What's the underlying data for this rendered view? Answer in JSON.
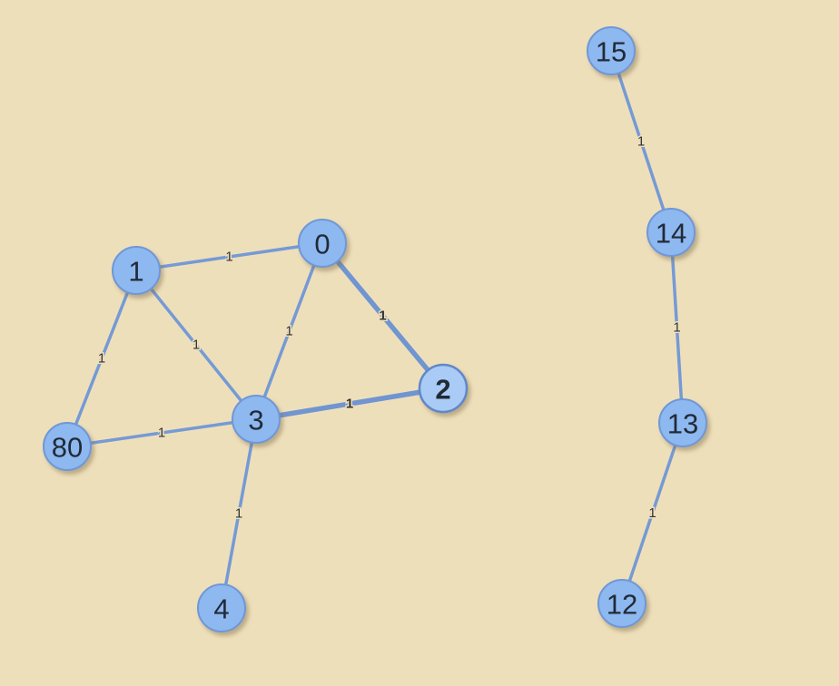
{
  "graph": {
    "colors": {
      "background": "#eedfbb",
      "node_fill": "#8db8f0",
      "node_stroke": "#6f97d6",
      "edge": "#6f97d6",
      "label": "#222a36"
    },
    "nodes": [
      {
        "id": "0",
        "label": "0"
      },
      {
        "id": "1",
        "label": "1"
      },
      {
        "id": "2",
        "label": "2",
        "selected": true
      },
      {
        "id": "3",
        "label": "3"
      },
      {
        "id": "4",
        "label": "4"
      },
      {
        "id": "80",
        "label": "80"
      },
      {
        "id": "15",
        "label": "15"
      },
      {
        "id": "14",
        "label": "14"
      },
      {
        "id": "13",
        "label": "13"
      },
      {
        "id": "12",
        "label": "12"
      }
    ],
    "edges": [
      {
        "source": "1",
        "target": "0",
        "weight": "1"
      },
      {
        "source": "1",
        "target": "80",
        "weight": "1"
      },
      {
        "source": "1",
        "target": "3",
        "weight": "1"
      },
      {
        "source": "0",
        "target": "3",
        "weight": "1"
      },
      {
        "source": "0",
        "target": "2",
        "weight": "1",
        "highlight": true
      },
      {
        "source": "80",
        "target": "3",
        "weight": "1"
      },
      {
        "source": "3",
        "target": "2",
        "weight": "1",
        "highlight": true
      },
      {
        "source": "3",
        "target": "4",
        "weight": "1"
      },
      {
        "source": "15",
        "target": "14",
        "weight": "1"
      },
      {
        "source": "14",
        "target": "13",
        "weight": "1"
      },
      {
        "source": "13",
        "target": "12",
        "weight": "1"
      }
    ]
  }
}
